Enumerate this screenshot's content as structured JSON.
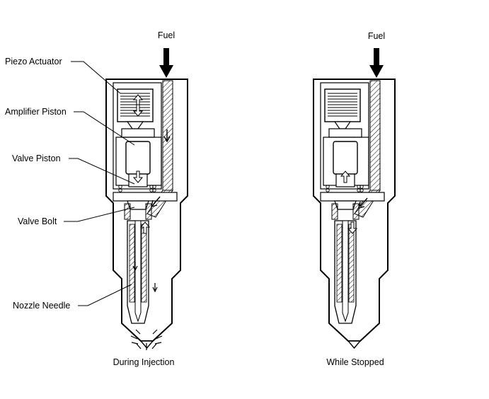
{
  "labels": {
    "piezo_actuator": "Piezo Actuator",
    "amplifier_piston": "Amplifier Piston",
    "valve_piston": "Valve Piston",
    "valve_bolt": "Valve Bolt",
    "nozzle_needle": "Nozzle Needle"
  },
  "fuel_left": "Fuel",
  "fuel_right": "Fuel",
  "caption_left": "During Injection",
  "caption_right": "While Stopped"
}
